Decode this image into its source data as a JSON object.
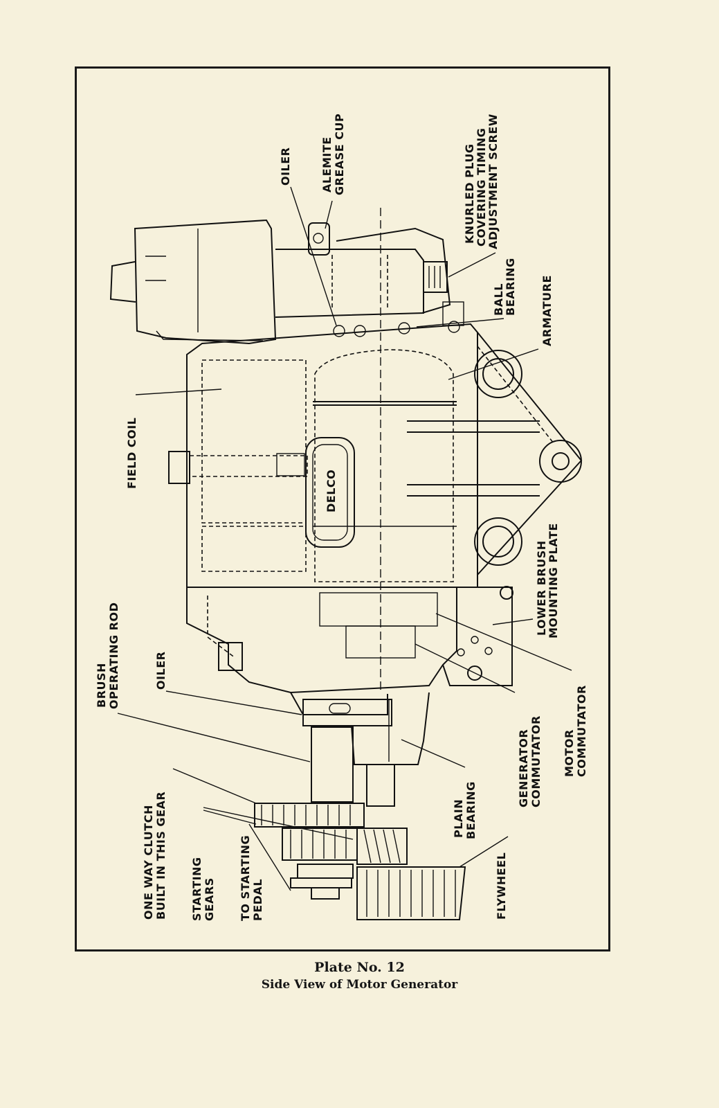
{
  "plate": {
    "number": "Plate No. 12",
    "title": "Side View of Motor Generator"
  },
  "labels": {
    "oiler_top": "OILER",
    "alemite_1": "ALEMITE",
    "alemite_2": "GREASE CUP",
    "knurled_1": "KNURLED PLUG",
    "knurled_2": "COVERING TIMING",
    "knurled_3": "ADJUSTMENT SCREW",
    "ball_1": "BALL",
    "ball_2": "BEARING",
    "armature": "ARMATURE",
    "field_coil": "FIELD COIL",
    "lower_brush_1": "LOWER BRUSH",
    "lower_brush_2": "MOUNTING PLATE",
    "brush_rod_1": "BRUSH",
    "brush_rod_2": "OPERATING ROD",
    "oiler_bottom": "OILER",
    "motor_comm_1": "MOTOR",
    "motor_comm_2": "COMMUTATOR",
    "gen_comm_1": "GENERATOR",
    "gen_comm_2": "COMMUTATOR",
    "plain_1": "PLAIN",
    "plain_2": "BEARING",
    "clutch_1": "ONE WAY CLUTCH",
    "clutch_2": "BUILT IN THIS GEAR",
    "starting_1": "STARTING",
    "starting_2": "GEARS",
    "pedal_1": "TO STARTING",
    "pedal_2": "PEDAL",
    "flywheel": "FLYWHEEL",
    "nameplate": "DELCO"
  }
}
